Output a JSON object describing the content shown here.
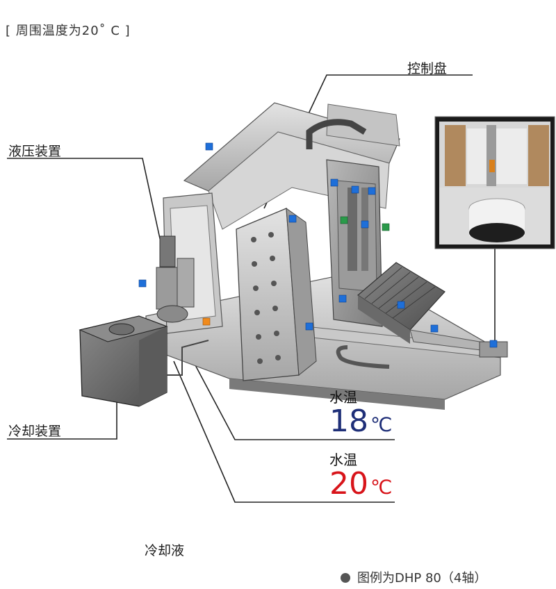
{
  "header": {
    "ambient_temp_label": "[ 周围温度为20˚ C ]"
  },
  "labels": {
    "control_panel": "控制盘",
    "hydraulic_unit": "液压装置",
    "cooling_unit": "冷却装置",
    "coolant": "冷却液"
  },
  "water_temps": [
    {
      "caption": "水温",
      "value": "18",
      "unit": "℃",
      "color": "#1f2f78"
    },
    {
      "caption": "水温",
      "value": "20",
      "unit": "℃",
      "color": "#d8141a"
    }
  ],
  "footnote": {
    "text": "图例为DHP 80（4轴）"
  },
  "colors": {
    "machine_gray": "#8e8e8e",
    "sensor_blue": "#1e6fd9",
    "sensor_green": "#2a9a4a",
    "sensor_orange": "#f08a1c"
  }
}
